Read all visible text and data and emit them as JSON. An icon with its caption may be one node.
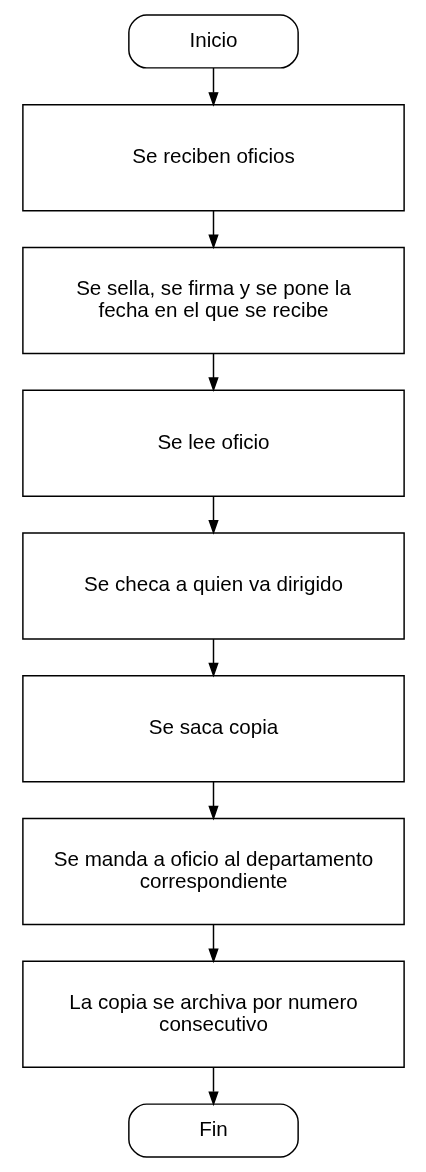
{
  "diagram": {
    "nodes": [
      {
        "text": [
          "Inicio"
        ]
      },
      {
        "text": [
          "Se reciben oficios"
        ]
      },
      {
        "text": [
          "Se sella, se firma y se pone la fecha en el que se recibe"
        ]
      },
      {
        "text": [
          "Se lee oficio"
        ]
      },
      {
        "text": [
          "Se checa a quien va dirigido"
        ]
      },
      {
        "text": [
          "Se saca copia"
        ]
      },
      {
        "text": [
          "Se manda a oficio al departamento correspondiente"
        ]
      },
      {
        "text": [
          "La copia se archiva por numero consecutivo"
        ]
      },
      {
        "text": [
          "Fin"
        ]
      }
    ],
    "edges": [
      {
        "from": 0,
        "to": 1,
        "arrow": "to"
      },
      {
        "from": 1,
        "to": 2,
        "arrow": "to"
      },
      {
        "from": 2,
        "to": 3,
        "arrow": "to"
      },
      {
        "from": 3,
        "to": 4,
        "arrow": "to"
      },
      {
        "from": 4,
        "to": 5,
        "arrow": "to"
      },
      {
        "from": 5,
        "to": 6,
        "arrow": "to"
      },
      {
        "from": 6,
        "to": 7,
        "arrow": "to"
      },
      {
        "from": 7,
        "to": 8,
        "arrow": "to"
      }
    ]
  }
}
